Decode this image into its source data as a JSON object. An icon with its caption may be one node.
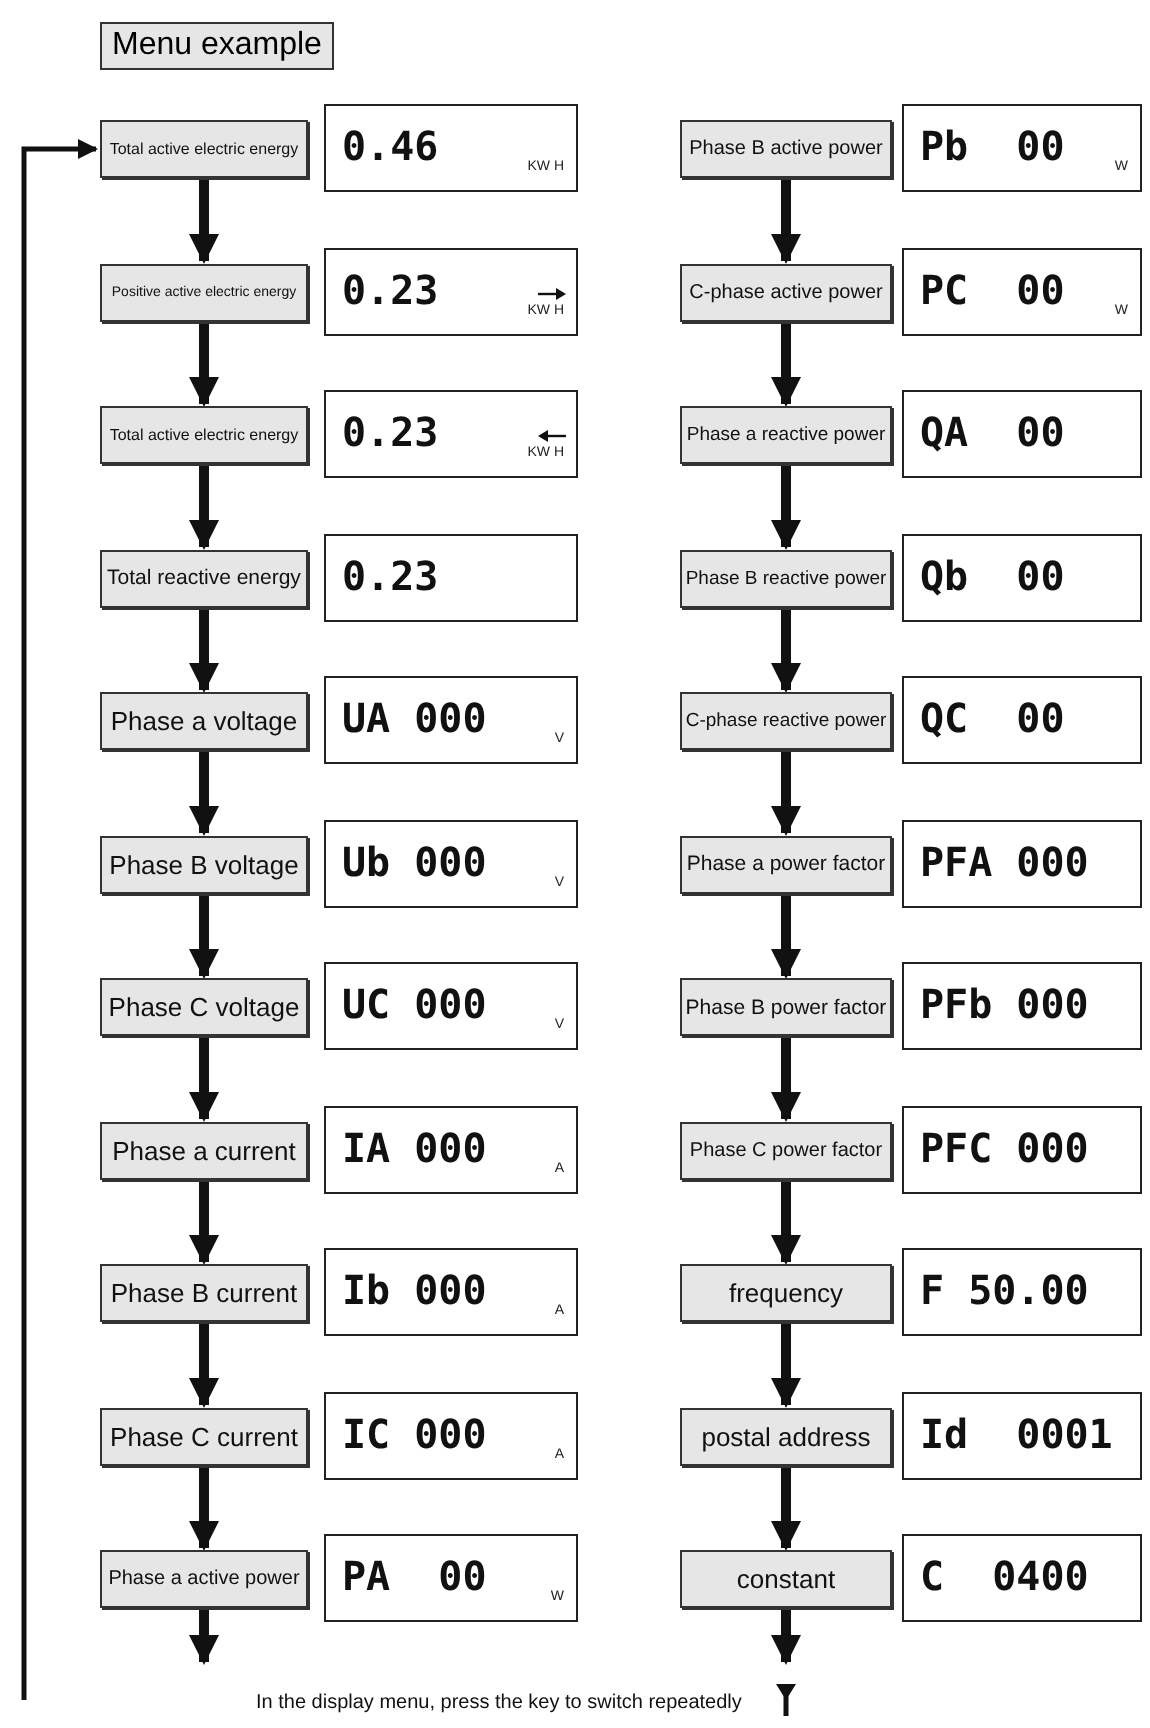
{
  "diagram": {
    "title": "Menu example",
    "nodes": [
      {
        "text": [
          "Total active electric energy"
        ]
      },
      {
        "text": [
          "0.46",
          "KW H"
        ]
      },
      {
        "text": [
          "Positive active electric energy"
        ]
      },
      {
        "text": [
          "0.23",
          "KW H"
        ]
      },
      {
        "text": [
          "Total active electric energy"
        ]
      },
      {
        "text": [
          "0.23",
          "KW H"
        ]
      },
      {
        "text": [
          "Total reactive energy"
        ]
      },
      {
        "text": [
          "0.23"
        ]
      },
      {
        "text": [
          "Phase a voltage"
        ]
      },
      {
        "text": [
          "UA 000",
          "V"
        ]
      },
      {
        "text": [
          "Phase B voltage"
        ]
      },
      {
        "text": [
          "Ub 000",
          "V"
        ]
      },
      {
        "text": [
          "Phase C voltage"
        ]
      },
      {
        "text": [
          "UC 000",
          "V"
        ]
      },
      {
        "text": [
          "Phase a current"
        ]
      },
      {
        "text": [
          "IA 000",
          "A"
        ]
      },
      {
        "text": [
          "Phase B current"
        ]
      },
      {
        "text": [
          "Ib 000",
          "A"
        ]
      },
      {
        "text": [
          "Phase C current"
        ]
      },
      {
        "text": [
          "IC 000",
          "A"
        ]
      },
      {
        "text": [
          "Phase a active power"
        ]
      },
      {
        "text": [
          "PA  00",
          "W"
        ]
      },
      {
        "text": [
          "Phase B active power"
        ]
      },
      {
        "text": [
          "Pb  00",
          "W"
        ]
      },
      {
        "text": [
          "C-phase active power"
        ]
      },
      {
        "text": [
          "PC  00",
          "W"
        ]
      },
      {
        "text": [
          "Phase a reactive power"
        ]
      },
      {
        "text": [
          "QA  00"
        ]
      },
      {
        "text": [
          "Phase B reactive power"
        ]
      },
      {
        "text": [
          "Qb  00"
        ]
      },
      {
        "text": [
          "C-phase reactive power"
        ]
      },
      {
        "text": [
          "QC  00"
        ]
      },
      {
        "text": [
          "Phase a power factor"
        ]
      },
      {
        "text": [
          "PFA 000"
        ]
      },
      {
        "text": [
          "Phase B power factor"
        ]
      },
      {
        "text": [
          "PFb 000"
        ]
      },
      {
        "text": [
          "Phase C power factor"
        ]
      },
      {
        "text": [
          "PFC 000"
        ]
      },
      {
        "text": [
          "frequency"
        ]
      },
      {
        "text": [
          "F 50.00"
        ]
      },
      {
        "text": [
          "postal address"
        ]
      },
      {
        "text": [
          "Id  0001"
        ]
      },
      {
        "text": [
          "constant"
        ]
      },
      {
        "text": [
          "C  0400"
        ]
      }
    ],
    "edges": [
      {
        "from": null,
        "to": 0,
        "arrow": "to"
      },
      {
        "from": 0,
        "to": 2,
        "arrow": "to"
      },
      {
        "from": 2,
        "to": 4,
        "arrow": "to"
      },
      {
        "from": 4,
        "to": 6,
        "arrow": "to"
      },
      {
        "from": 6,
        "to": 8,
        "arrow": "to"
      },
      {
        "from": 8,
        "to": 10,
        "arrow": "to"
      },
      {
        "from": 10,
        "to": 12,
        "arrow": "to"
      },
      {
        "from": 12,
        "to": 14,
        "arrow": "to"
      },
      {
        "from": 14,
        "to": 16,
        "arrow": "to"
      },
      {
        "from": 16,
        "to": 18,
        "arrow": "to"
      },
      {
        "from": 18,
        "to": 20,
        "arrow": "to"
      },
      {
        "from": 20,
        "to": null,
        "arrow": "to"
      },
      {
        "from": 22,
        "to": 24,
        "arrow": "to"
      },
      {
        "from": 24,
        "to": 26,
        "arrow": "to"
      },
      {
        "from": 26,
        "to": 28,
        "arrow": "to"
      },
      {
        "from": 28,
        "to": 30,
        "arrow": "to"
      },
      {
        "from": 30,
        "to": 32,
        "arrow": "to"
      },
      {
        "from": 32,
        "to": 34,
        "arrow": "to"
      },
      {
        "from": 34,
        "to": 36,
        "arrow": "to"
      },
      {
        "from": 36,
        "to": 38,
        "arrow": "to"
      },
      {
        "from": 38,
        "to": 40,
        "arrow": "to"
      },
      {
        "from": 40,
        "to": 42,
        "arrow": "to"
      },
      {
        "from": 42,
        "to": null,
        "arrow": "to"
      }
    ],
    "labels": [
      "In the display menu, press the key to switch repeatedly"
    ]
  }
}
